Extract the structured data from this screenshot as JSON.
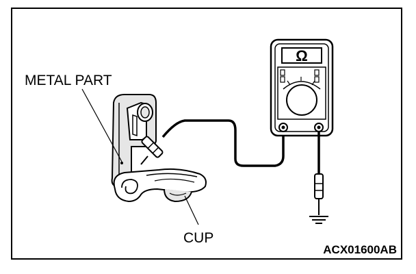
{
  "labels": {
    "metal_part": "METAL PART",
    "cup": "CUP",
    "figure_code": "ACX01600AB",
    "meter_unit": "Ω"
  },
  "colors": {
    "line": "#000000",
    "background": "#ffffff",
    "shade": "#e6e6e6"
  },
  "icons": {
    "meter": "ohmmeter-icon",
    "ground": "ground-icon"
  }
}
